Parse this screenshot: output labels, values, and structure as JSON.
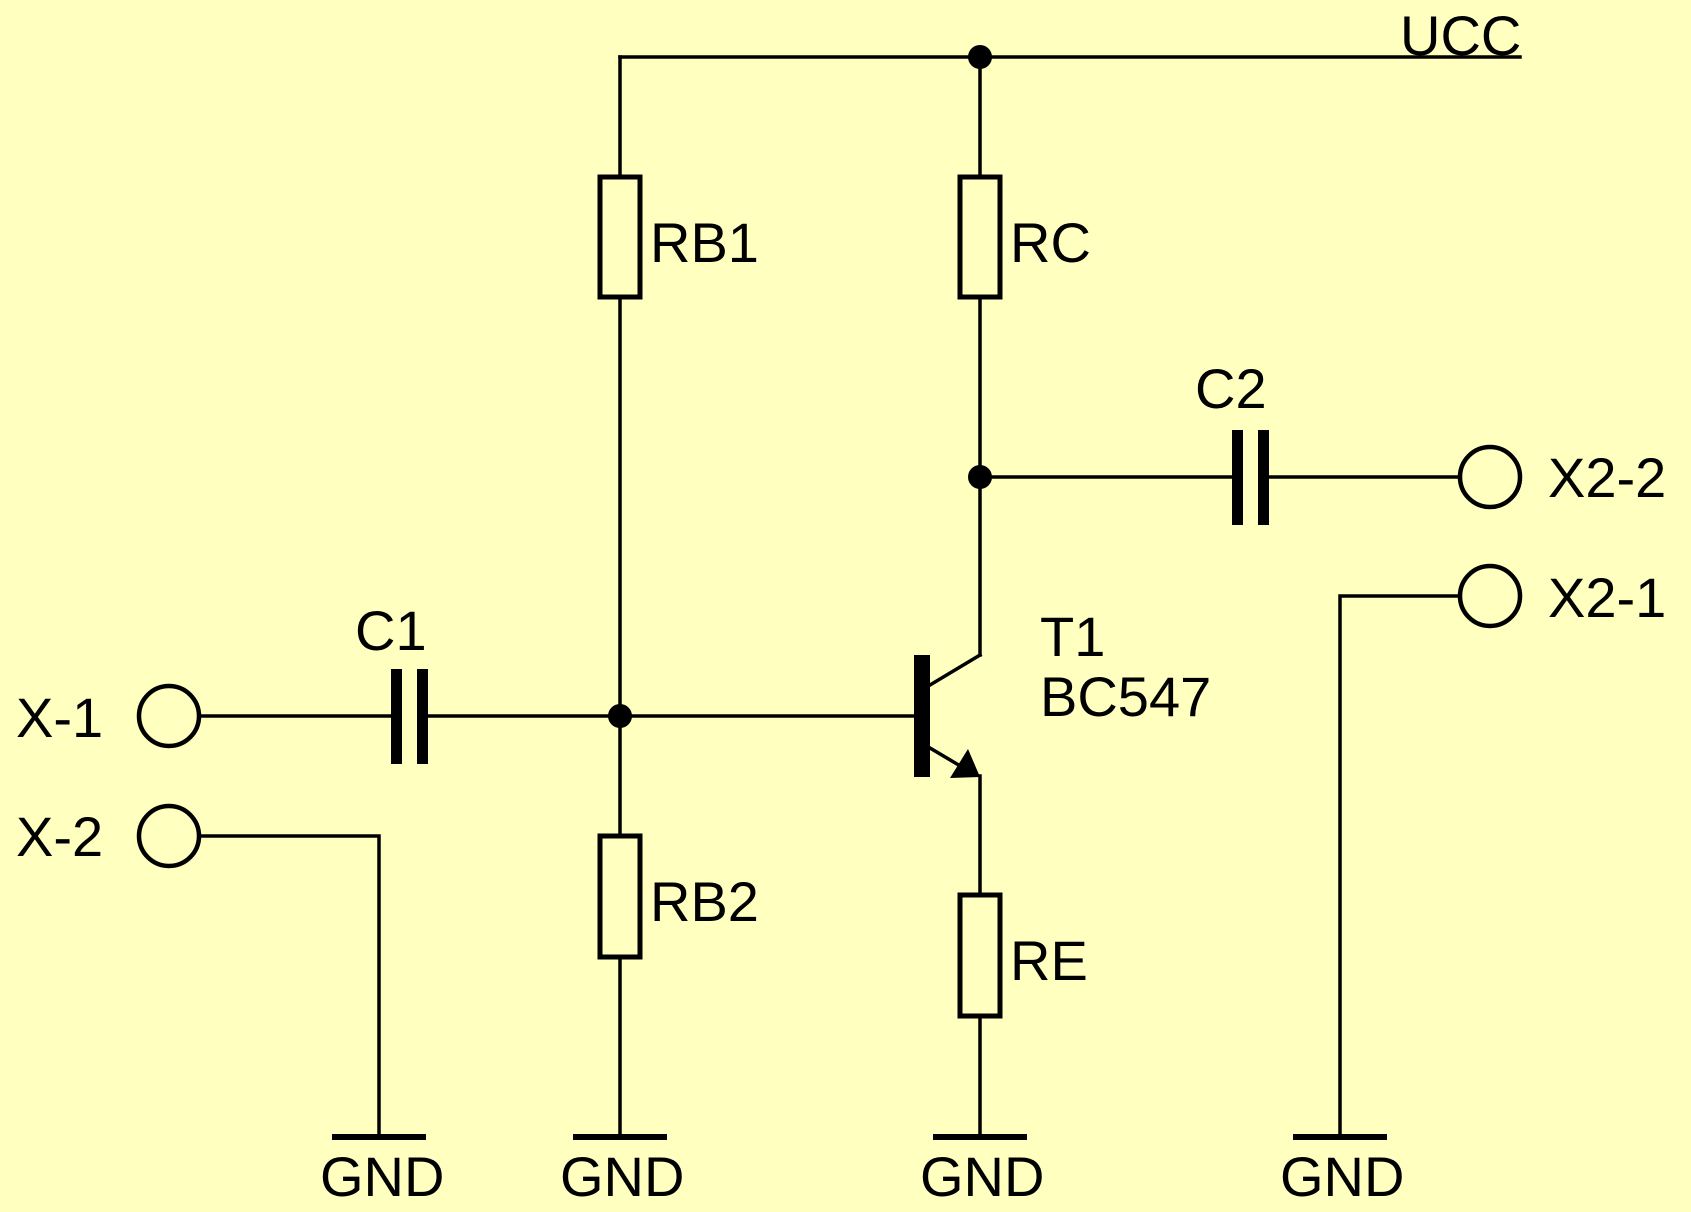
{
  "rail": {
    "supply": "UCC",
    "ground": "GND"
  },
  "components": {
    "rb1": "RB1",
    "rb2": "RB2",
    "rc": "RC",
    "re": "RE",
    "c1": "C1",
    "c2": "C2",
    "transistor_ref": "T1",
    "transistor_type": "BC547"
  },
  "terminals": {
    "in_signal": "X-1",
    "in_ground": "X-2",
    "out_signal": "X2-2",
    "out_ground": "X2-1"
  },
  "colors": {
    "background": "#FFFFC0",
    "ink": "#000000"
  }
}
